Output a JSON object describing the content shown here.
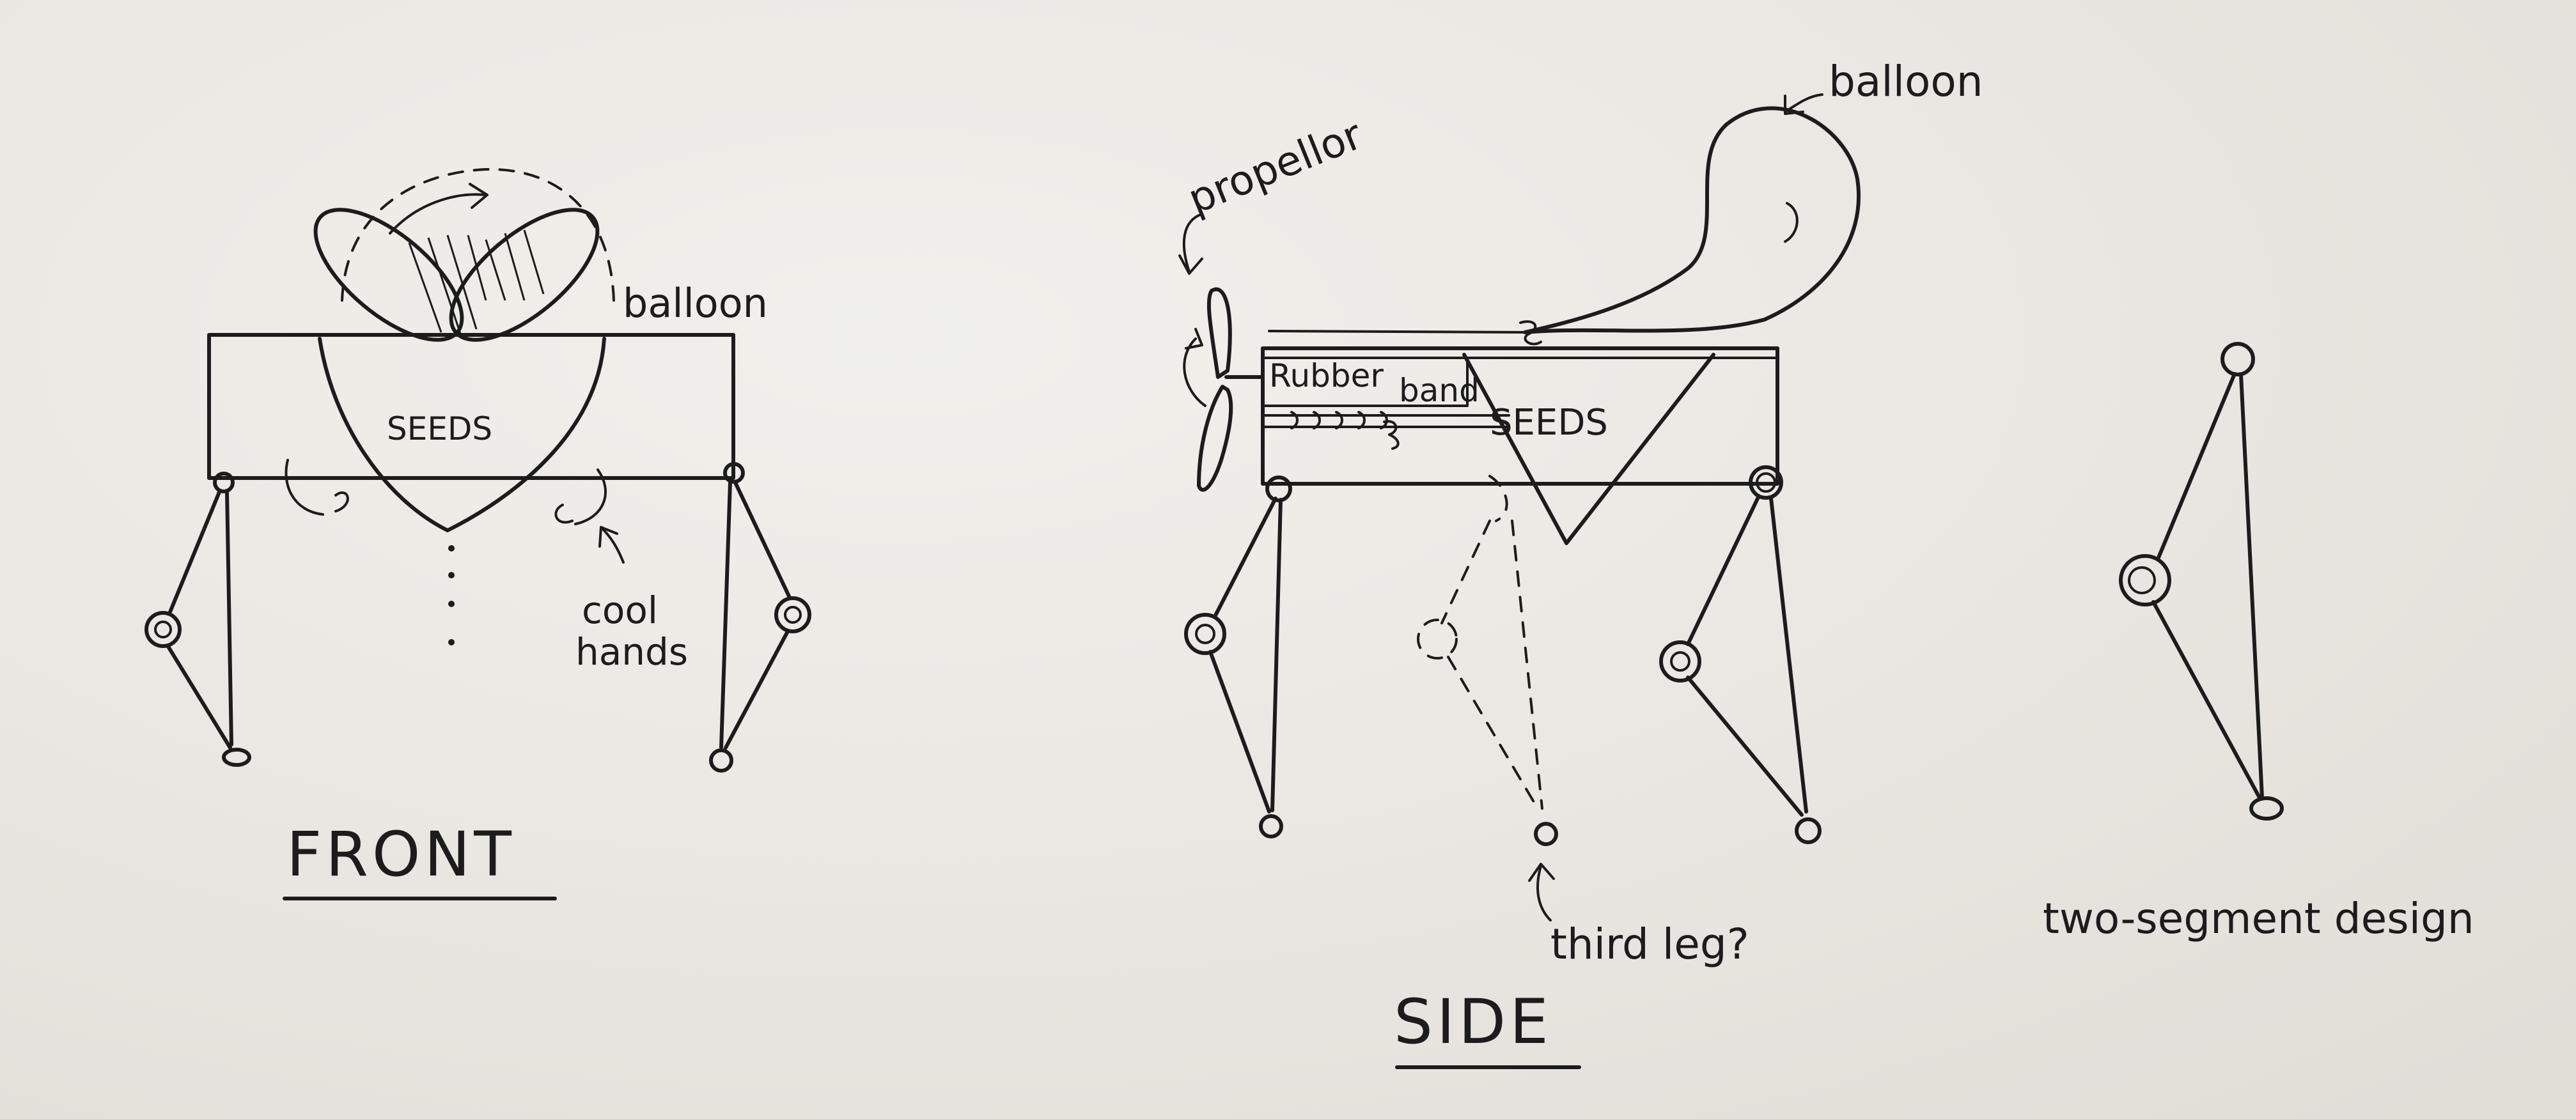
{
  "front": {
    "title": "FRONT",
    "balloon_label": "balloon",
    "seeds_label": "SEEDS",
    "hands_label_line1": "cool",
    "hands_label_line2": "hands"
  },
  "side": {
    "title": "SIDE",
    "balloon_label": "balloon",
    "propeller_label": "propellor",
    "rubber_band_label_1": "Rubber",
    "rubber_band_label_2": "band",
    "seeds_label": "SEEDS",
    "third_leg_label": "third leg?"
  },
  "leg_design": {
    "label": "two-segment design"
  }
}
